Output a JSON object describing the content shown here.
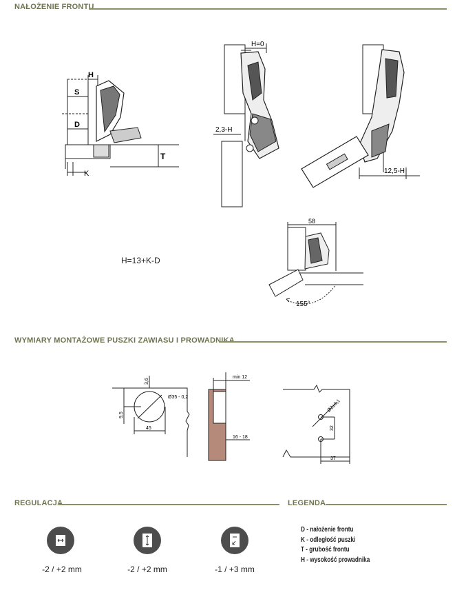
{
  "sections": {
    "overlay": {
      "title": "NAŁOŻENIE FRONTU"
    },
    "mounting": {
      "title": "WYMIARY MONTAŻOWE PUSZKI ZAWIASU I PROWADNIKA"
    },
    "adjustment": {
      "title": "REGULACJA"
    },
    "legend": {
      "title": "LEGENDA"
    }
  },
  "overlay_diagram": {
    "labels": {
      "H": "H",
      "S": "S",
      "D": "D",
      "K": "K",
      "T": "T"
    },
    "formula": "H=13+K-D",
    "h_zero": "H=0",
    "gap_left": "2,3-H",
    "gap_right": "12,5-H",
    "width_58": "58",
    "angle": "155°"
  },
  "mounting_diagram": {
    "cup": {
      "depth": "3,6",
      "diameter": "Ø35 - 0,2",
      "offset": "9,5",
      "distance": "45"
    },
    "section": {
      "min": "min 12",
      "thickness": "16 - 18"
    },
    "plate": {
      "hole": "Ø2±0,1",
      "spacing": "32",
      "distance": "37"
    }
  },
  "adjustment": {
    "items": [
      {
        "icon": "horizontal-arrows-icon",
        "value": "-2 / +2 mm"
      },
      {
        "icon": "vertical-arrows-icon",
        "value": "-2 / +2 mm"
      },
      {
        "icon": "depth-adjust-icon",
        "value": "-1 / +3 mm"
      }
    ]
  },
  "legend": {
    "items": [
      "D - nałożenie frontu",
      "K - odległość puszki",
      "T - grubość frontu",
      "H - wysokość prowadnika"
    ]
  },
  "colors": {
    "accent": "#8c8f66",
    "title": "#6f7350",
    "line": "#222222",
    "icon_bg": "#4d4d4d"
  }
}
